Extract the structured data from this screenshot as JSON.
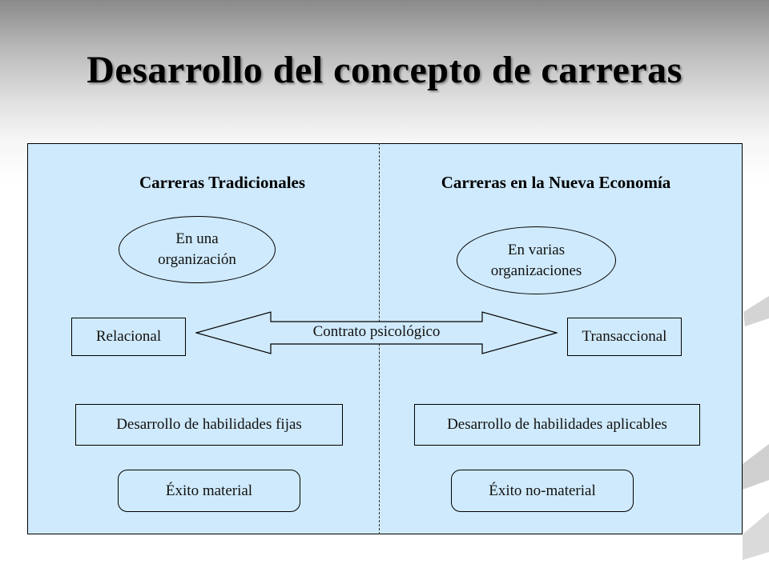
{
  "title": "Desarrollo del concepto de carreras",
  "columns": {
    "left_heading": "Carreras Tradicionales",
    "right_heading": "Carreras en la Nueva Economía"
  },
  "left": {
    "scope": "En una\norganización",
    "relation": "Relacional",
    "skills": "Desarrollo de habilidades fijas",
    "success": "Éxito material"
  },
  "right": {
    "scope": "En varias\norganizaciones",
    "relation": "Transaccional",
    "skills": "Desarrollo de habilidades aplicables",
    "success": "Éxito no-material"
  },
  "arrow_label": "Contrato psicológico",
  "colors": {
    "panel_fill": "#cfeafc",
    "border": "#000000",
    "decor_stripe": "#c8c8c8"
  }
}
